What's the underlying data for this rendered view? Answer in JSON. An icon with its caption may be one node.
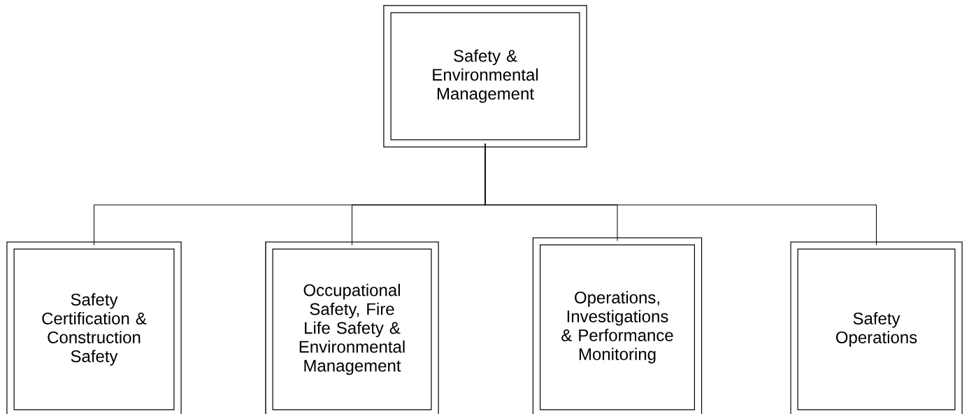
{
  "diagram": {
    "nodes": [
      {
        "text": [
          "Safety & Environmental Management"
        ]
      },
      {
        "text": [
          "Safety Certification & Construction Safety"
        ]
      },
      {
        "text": [
          "Occupational Safety, Fire Life Safety & Environmental Management"
        ]
      },
      {
        "text": [
          "Operations, Investigations & Performance Monitoring"
        ]
      },
      {
        "text": [
          "Safety Operations"
        ]
      }
    ],
    "edges": [
      {
        "from": 0,
        "to": 1,
        "arrow": "none"
      },
      {
        "from": 0,
        "to": 2,
        "arrow": "none"
      },
      {
        "from": 0,
        "to": 3,
        "arrow": "none"
      },
      {
        "from": 0,
        "to": 4,
        "arrow": "none"
      }
    ]
  }
}
